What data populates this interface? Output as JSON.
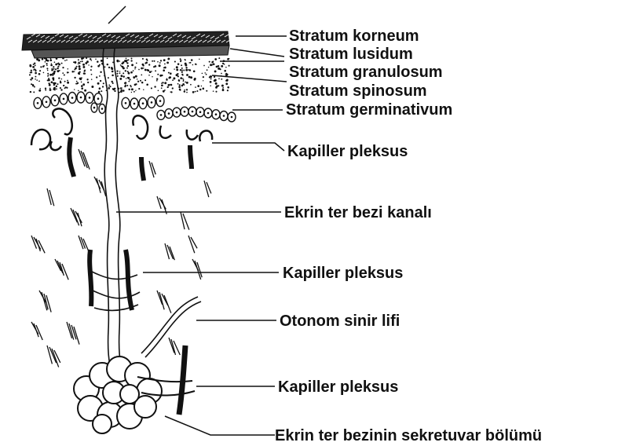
{
  "labels": {
    "stratum_korneum": "Stratum korneum",
    "stratum_lusidum": "Stratum lusidum",
    "stratum_granulosum": "Stratum granulosum",
    "stratum_spinosum": "Stratum spinosum",
    "stratum_germinativum": "Stratum germinativum",
    "kapiller_pleksus_1": "Kapiller pleksus",
    "ekrin_ter_bezi_kanali": "Ekrin ter bezi kanalı",
    "kapiller_pleksus_2": "Kapiller pleksus",
    "otonom_sinir_lifi": "Otonom sinir lifi",
    "kapiller_pleksus_3": "Kapiller pleksus",
    "sekretuvar_bolum": "Ekrin ter bezinin sekretuvar bölümü"
  },
  "colors": {
    "ink": "#111111",
    "background": "#ffffff"
  }
}
